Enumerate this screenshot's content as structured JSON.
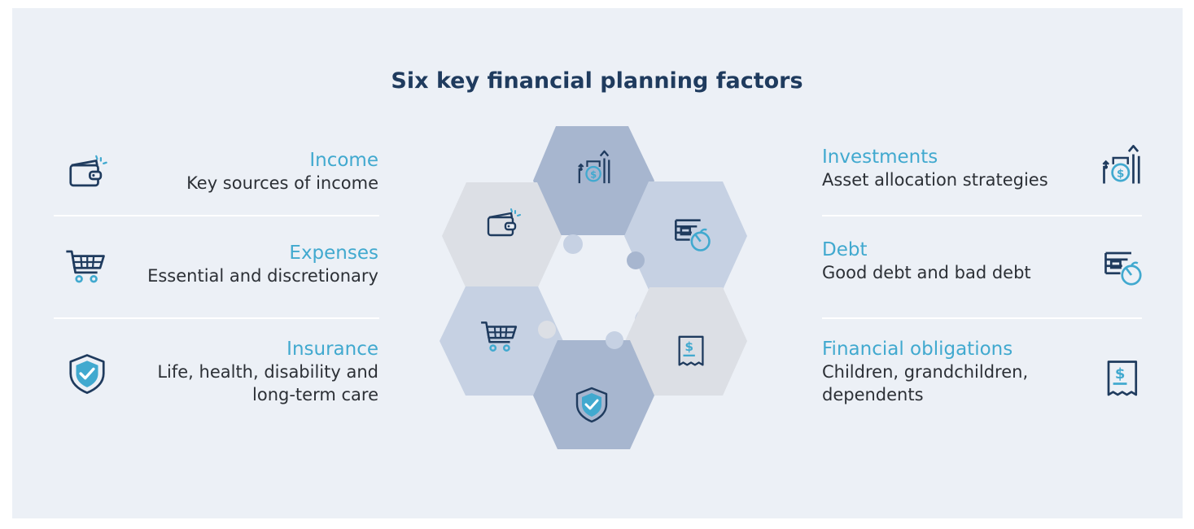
{
  "title": "Six key financial planning factors",
  "colors": {
    "background": "#ecf0f6",
    "title": "#1f3b5e",
    "name": "#41a9cf",
    "desc": "#2c3036",
    "icon_dark": "#1f3b5e",
    "icon_accent": "#41a9cf",
    "hex_dark": "#a7b6cf",
    "hex_medium": "#c6d1e3",
    "hex_light": "#dcdfe5"
  },
  "factors": [
    {
      "name": "Income",
      "description": "Key sources of income",
      "icon": "wallet-icon"
    },
    {
      "name": "Expenses",
      "description": "Essential and discretionary",
      "icon": "shopping-cart-icon"
    },
    {
      "name": "Insurance",
      "description": "Life, health, disability and\nlong-term care",
      "icon": "shield-check-icon"
    },
    {
      "name": "Investments",
      "description": "Asset allocation strategies",
      "icon": "growth-coin-icon"
    },
    {
      "name": "Debt",
      "description": "Good debt and bad debt",
      "icon": "debt-stack-icon"
    },
    {
      "name": "Financial obligations",
      "description": "Children, grandchildren,\ndependents",
      "icon": "receipt-icon"
    }
  ]
}
